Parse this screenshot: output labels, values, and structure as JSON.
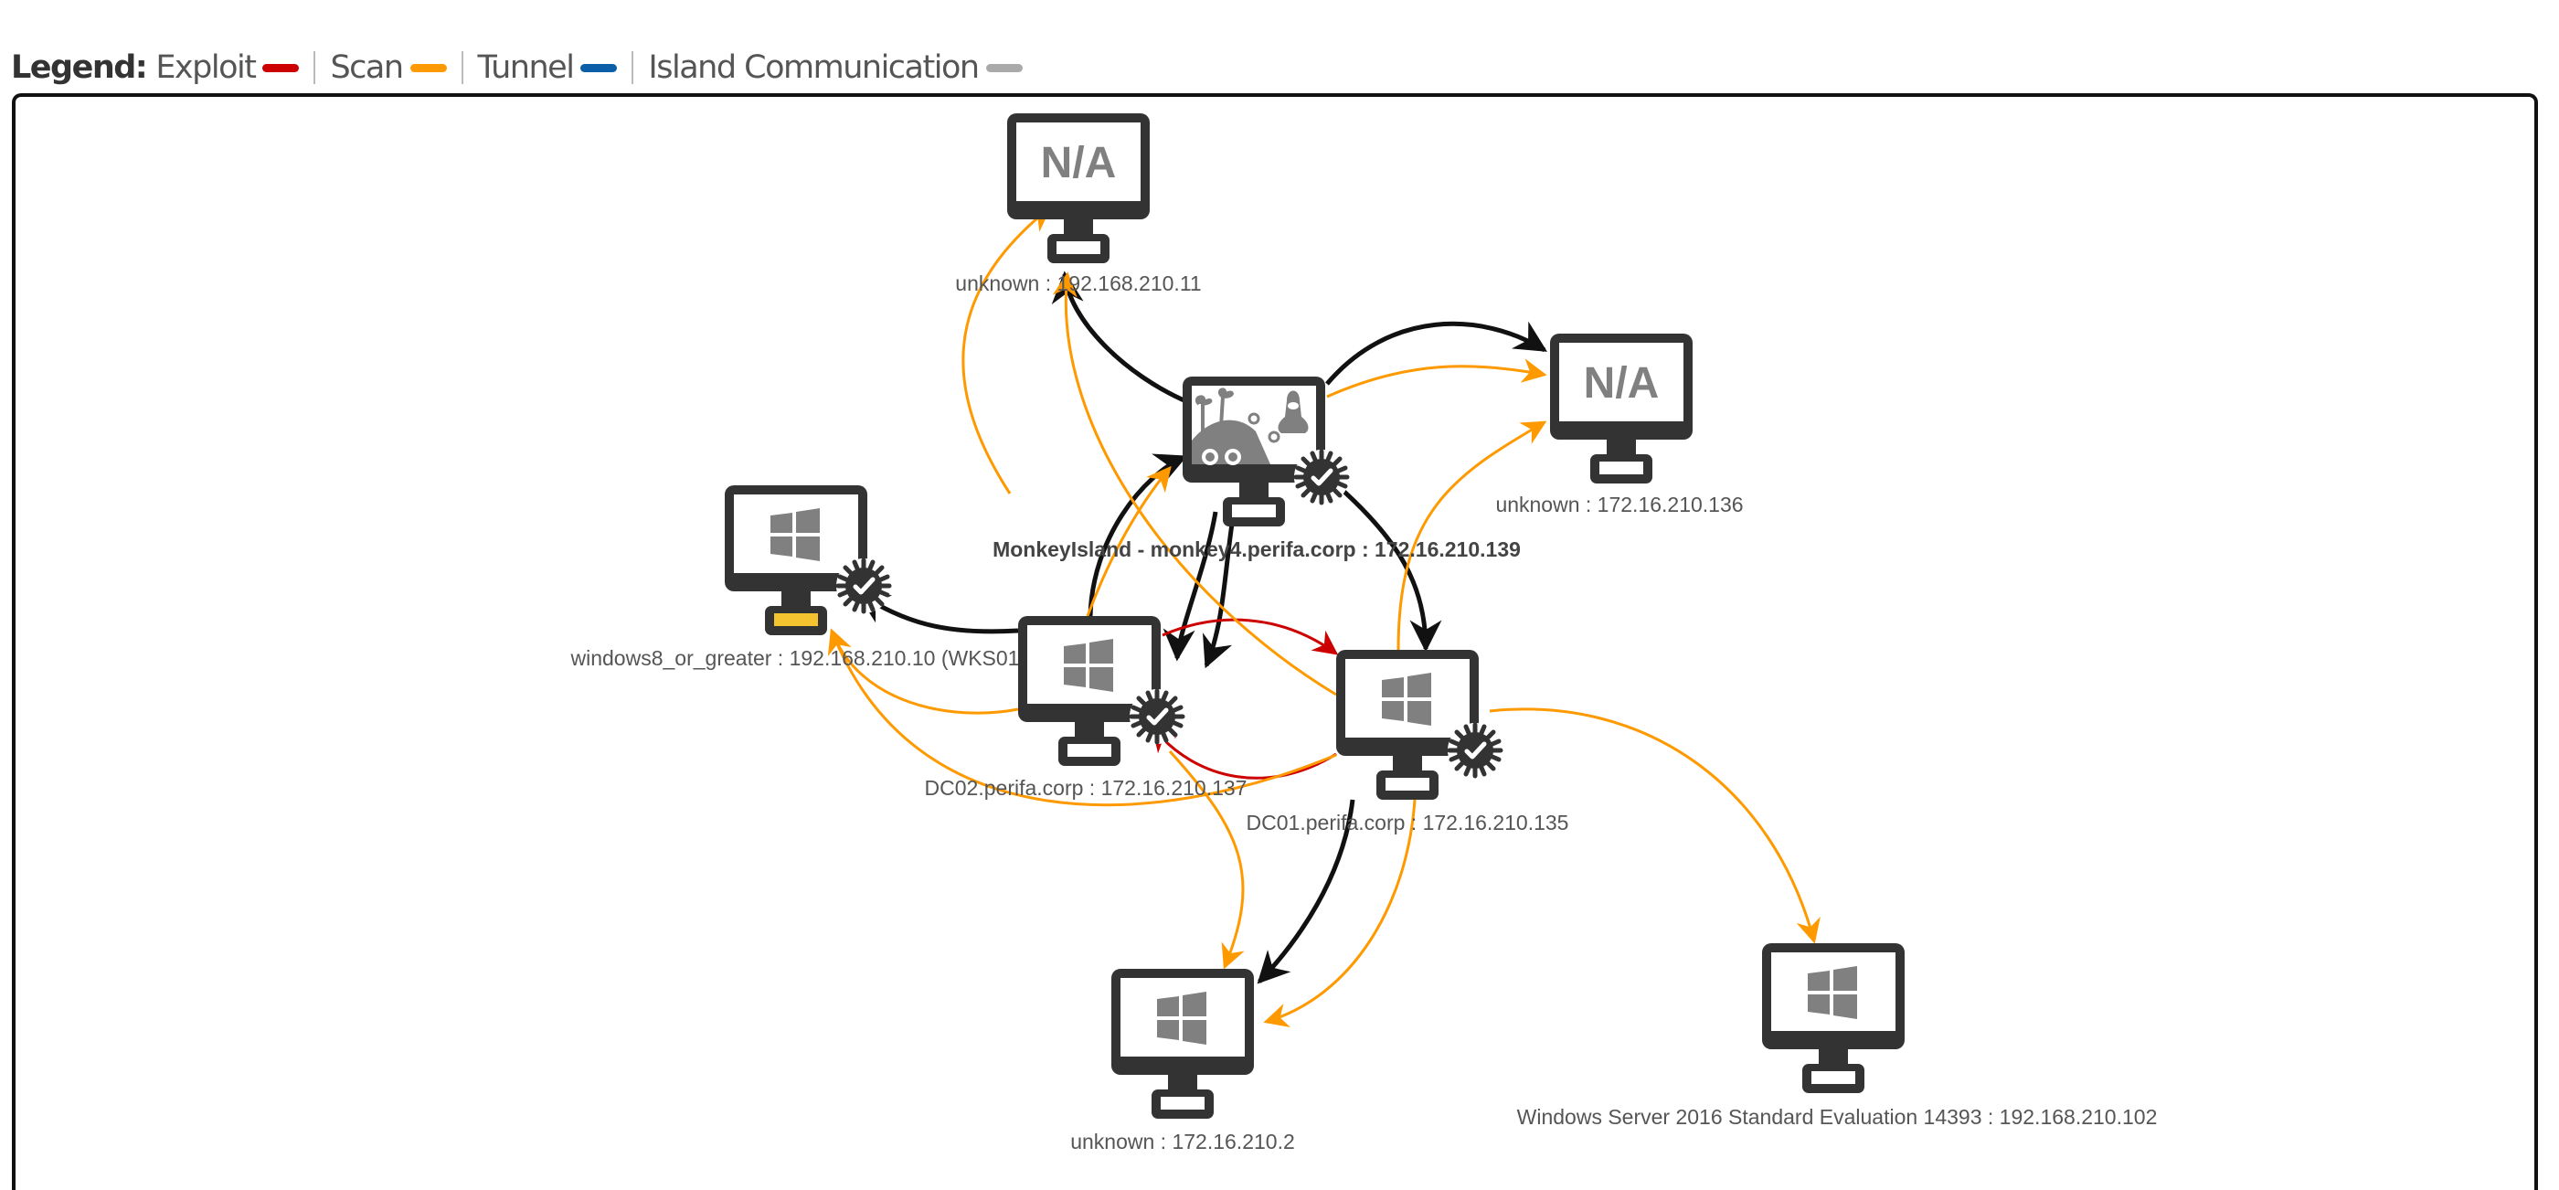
{
  "legend": {
    "title": "Legend:",
    "items": [
      {
        "label": "Exploit",
        "color": "#cc0000"
      },
      {
        "label": "Scan",
        "color": "#ff9900"
      },
      {
        "label": "Tunnel",
        "color": "#0b5ea8"
      },
      {
        "label": "Island Communication",
        "color": "#aaaaaa"
      }
    ]
  },
  "colors": {
    "exploit": "#cc0000",
    "scan": "#ff9900",
    "tunnel": "#0b5ea8",
    "island": "#111111",
    "monitor": "#333333",
    "icon_gray": "#808080",
    "highlight": "#f5c330"
  },
  "nodes": [
    {
      "id": "n11",
      "label": "unknown : 192.168.210.11",
      "os": "N/A",
      "icon": "na-monitor-icon",
      "infected": false
    },
    {
      "id": "island",
      "label": "MonkeyIsland - monkey4.perifa.corp : 172.16.210.139",
      "os": "linux",
      "icon": "monkey-island-icon",
      "infected": true,
      "bold": true
    },
    {
      "id": "n136",
      "label": "unknown : 172.16.210.136",
      "os": "N/A",
      "icon": "na-monitor-icon",
      "infected": false
    },
    {
      "id": "wks01",
      "label": "windows8_or_greater : 192.168.210.10 (WKS01",
      "os": "windows",
      "icon": "windows-monitor-icon",
      "infected": true,
      "highlighted": true
    },
    {
      "id": "dc02",
      "label": "DC02.perifa.corp : 172.16.210.137",
      "os": "windows",
      "icon": "windows-monitor-icon",
      "infected": true
    },
    {
      "id": "dc01",
      "label": "DC01.perifa.corp : 172.16.210.135",
      "os": "windows",
      "icon": "windows-monitor-icon",
      "infected": true
    },
    {
      "id": "n2",
      "label": "unknown : 172.16.210.2",
      "os": "windows",
      "icon": "windows-monitor-icon",
      "infected": false
    },
    {
      "id": "n102",
      "label": "Windows Server 2016 Standard Evaluation 14393 : 192.168.210.102",
      "os": "windows",
      "icon": "windows-monitor-icon",
      "infected": false
    }
  ],
  "edges": [
    {
      "from": "island",
      "to": "n11",
      "type": "island"
    },
    {
      "from": "island",
      "to": "n136",
      "type": "island"
    },
    {
      "from": "island",
      "to": "n136",
      "type": "scan"
    },
    {
      "from": "dc02",
      "to": "island",
      "type": "island"
    },
    {
      "from": "island",
      "to": "dc02",
      "type": "island"
    },
    {
      "from": "island",
      "to": "dc01",
      "type": "island"
    },
    {
      "from": "dc01",
      "to": "island",
      "type": "island"
    },
    {
      "from": "dc02",
      "to": "wks01",
      "type": "island"
    },
    {
      "from": "dc01",
      "to": "n2",
      "type": "island"
    },
    {
      "from": "dc02",
      "to": "dc01",
      "type": "exploit"
    },
    {
      "from": "dc01",
      "to": "dc02",
      "type": "exploit"
    },
    {
      "from": "dc02",
      "to": "n11",
      "type": "scan"
    },
    {
      "from": "dc01",
      "to": "n11",
      "type": "scan"
    },
    {
      "from": "dc02",
      "to": "island",
      "type": "scan"
    },
    {
      "from": "dc01",
      "to": "n136",
      "type": "scan"
    },
    {
      "from": "dc02",
      "to": "wks01",
      "type": "scan"
    },
    {
      "from": "dc01",
      "to": "wks01",
      "type": "scan"
    },
    {
      "from": "dc02",
      "to": "n2",
      "type": "scan"
    },
    {
      "from": "dc01",
      "to": "n2",
      "type": "scan"
    },
    {
      "from": "dc01",
      "to": "n102",
      "type": "scan"
    }
  ]
}
